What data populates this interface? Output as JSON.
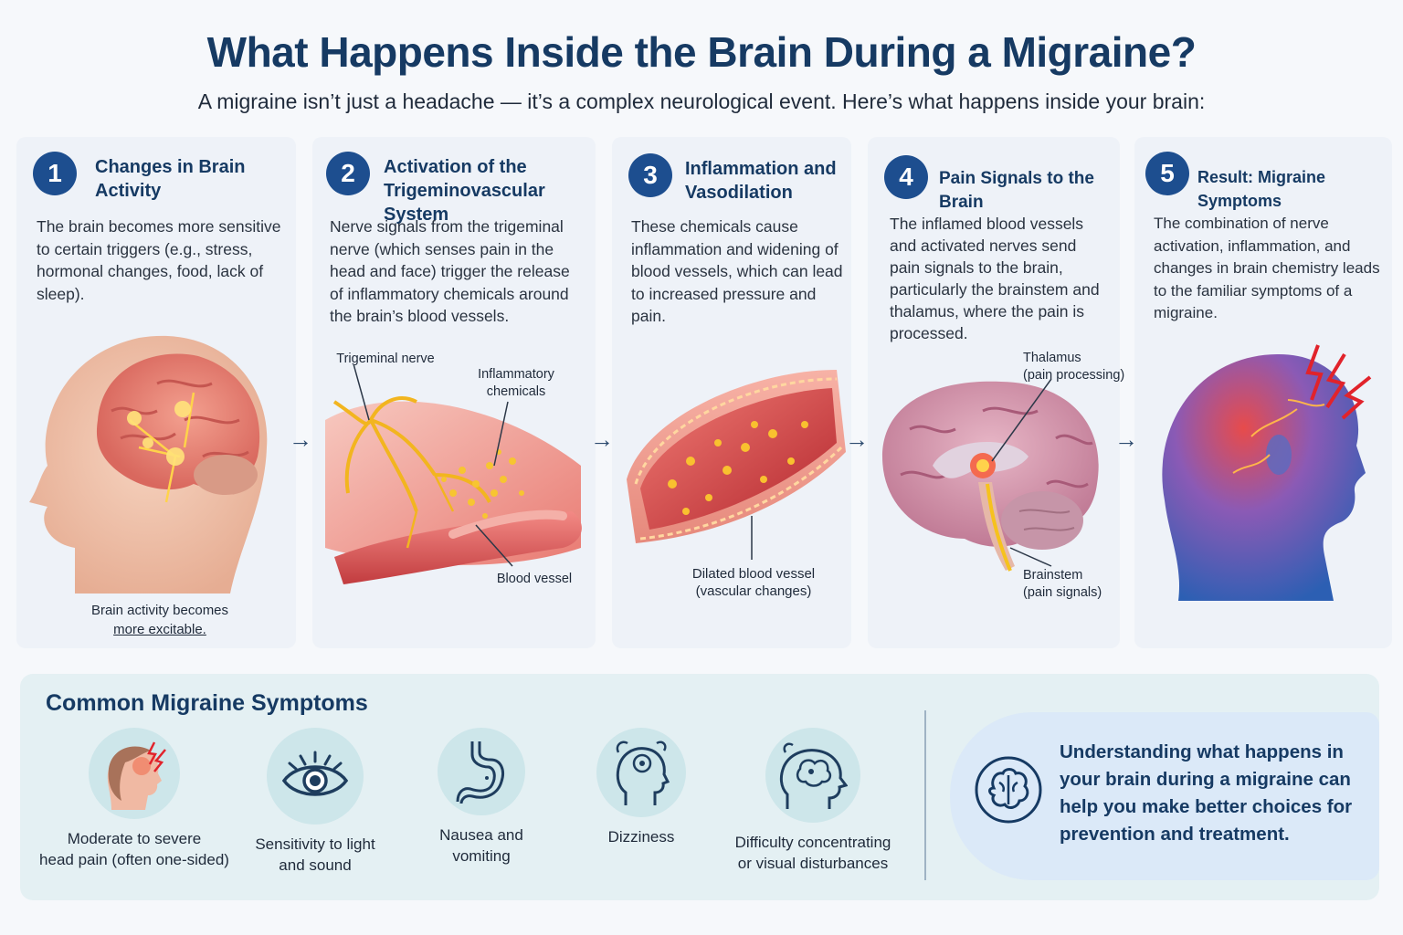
{
  "header": {
    "title": "What Happens Inside the Brain During a Migraine?",
    "subtitle": "A migraine isn’t just a headache — it’s a complex neurological event. Here’s what happens inside your brain:"
  },
  "steps": [
    {
      "number": "1",
      "title": "Changes in Brain Activity",
      "description": "The brain becomes more sensitive to certain triggers (e.g., stress, hormonal changes, food, lack of sleep).",
      "caption_line1": "Brain activity becomes",
      "caption_line2": "more excitable."
    },
    {
      "number": "2",
      "title": "Activation of the Trigeminovascular System",
      "description": "Nerve signals from the trigeminal nerve (which senses pain in the head and face) trigger the release of inflammatory chemicals around the brain’s blood vessels.",
      "labels": {
        "nerve": "Trigeminal nerve",
        "chemicals": "Inflammatory chemicals",
        "vessel": "Blood vessel"
      }
    },
    {
      "number": "3",
      "title": "Inflammation and Vasodilation",
      "description": "These chemicals cause inflammation and widening of blood vessels, which can lead to increased pressure and pain.",
      "labels": {
        "vessel_line1": "Dilated blood vessel",
        "vessel_line2": "(vascular changes)"
      }
    },
    {
      "number": "4",
      "title": "Pain Signals to the Brain",
      "description": "The inflamed blood vessels and activated nerves send pain signals to the brain, particularly the brainstem and thalamus, where the pain is processed.",
      "labels": {
        "thalamus_line1": "Thalamus",
        "thalamus_line2": "(pain processing)",
        "brainstem_line1": "Brainstem",
        "brainstem_line2": "(pain signals)"
      }
    },
    {
      "number": "5",
      "title": "Result: Migraine Symptoms",
      "description": "The combination of nerve activation, inflammation, and changes in brain chemistry leads to the familiar symptoms of a migraine."
    }
  ],
  "symptoms": {
    "title": "Common Migraine Symptoms",
    "items": [
      {
        "line1": "Moderate to severe",
        "line2": "head pain (often one-sided)",
        "icon": "head-pain-icon"
      },
      {
        "line1": "Sensitivity to light",
        "line2": "and sound",
        "icon": "eye-icon"
      },
      {
        "line1": "Nausea and",
        "line2": "vomiting",
        "icon": "stomach-icon"
      },
      {
        "line1": "Dizziness",
        "line2": "",
        "icon": "dizzy-head-icon"
      },
      {
        "line1": "Difficulty concentrating",
        "line2": "or visual disturbances",
        "icon": "confused-brain-icon"
      }
    ]
  },
  "note": {
    "text": "Understanding what happens in your brain during a migraine can help you make better choices for prevention and treatment.",
    "icon": "brain-outline-icon"
  },
  "colors": {
    "navy": "#163a63",
    "badge": "#1d4e8f",
    "panel": "#eef2f8",
    "symptom_band": "#e4f0f3",
    "accent_red": "#e0393e",
    "accent_glow": "#f5b323"
  }
}
